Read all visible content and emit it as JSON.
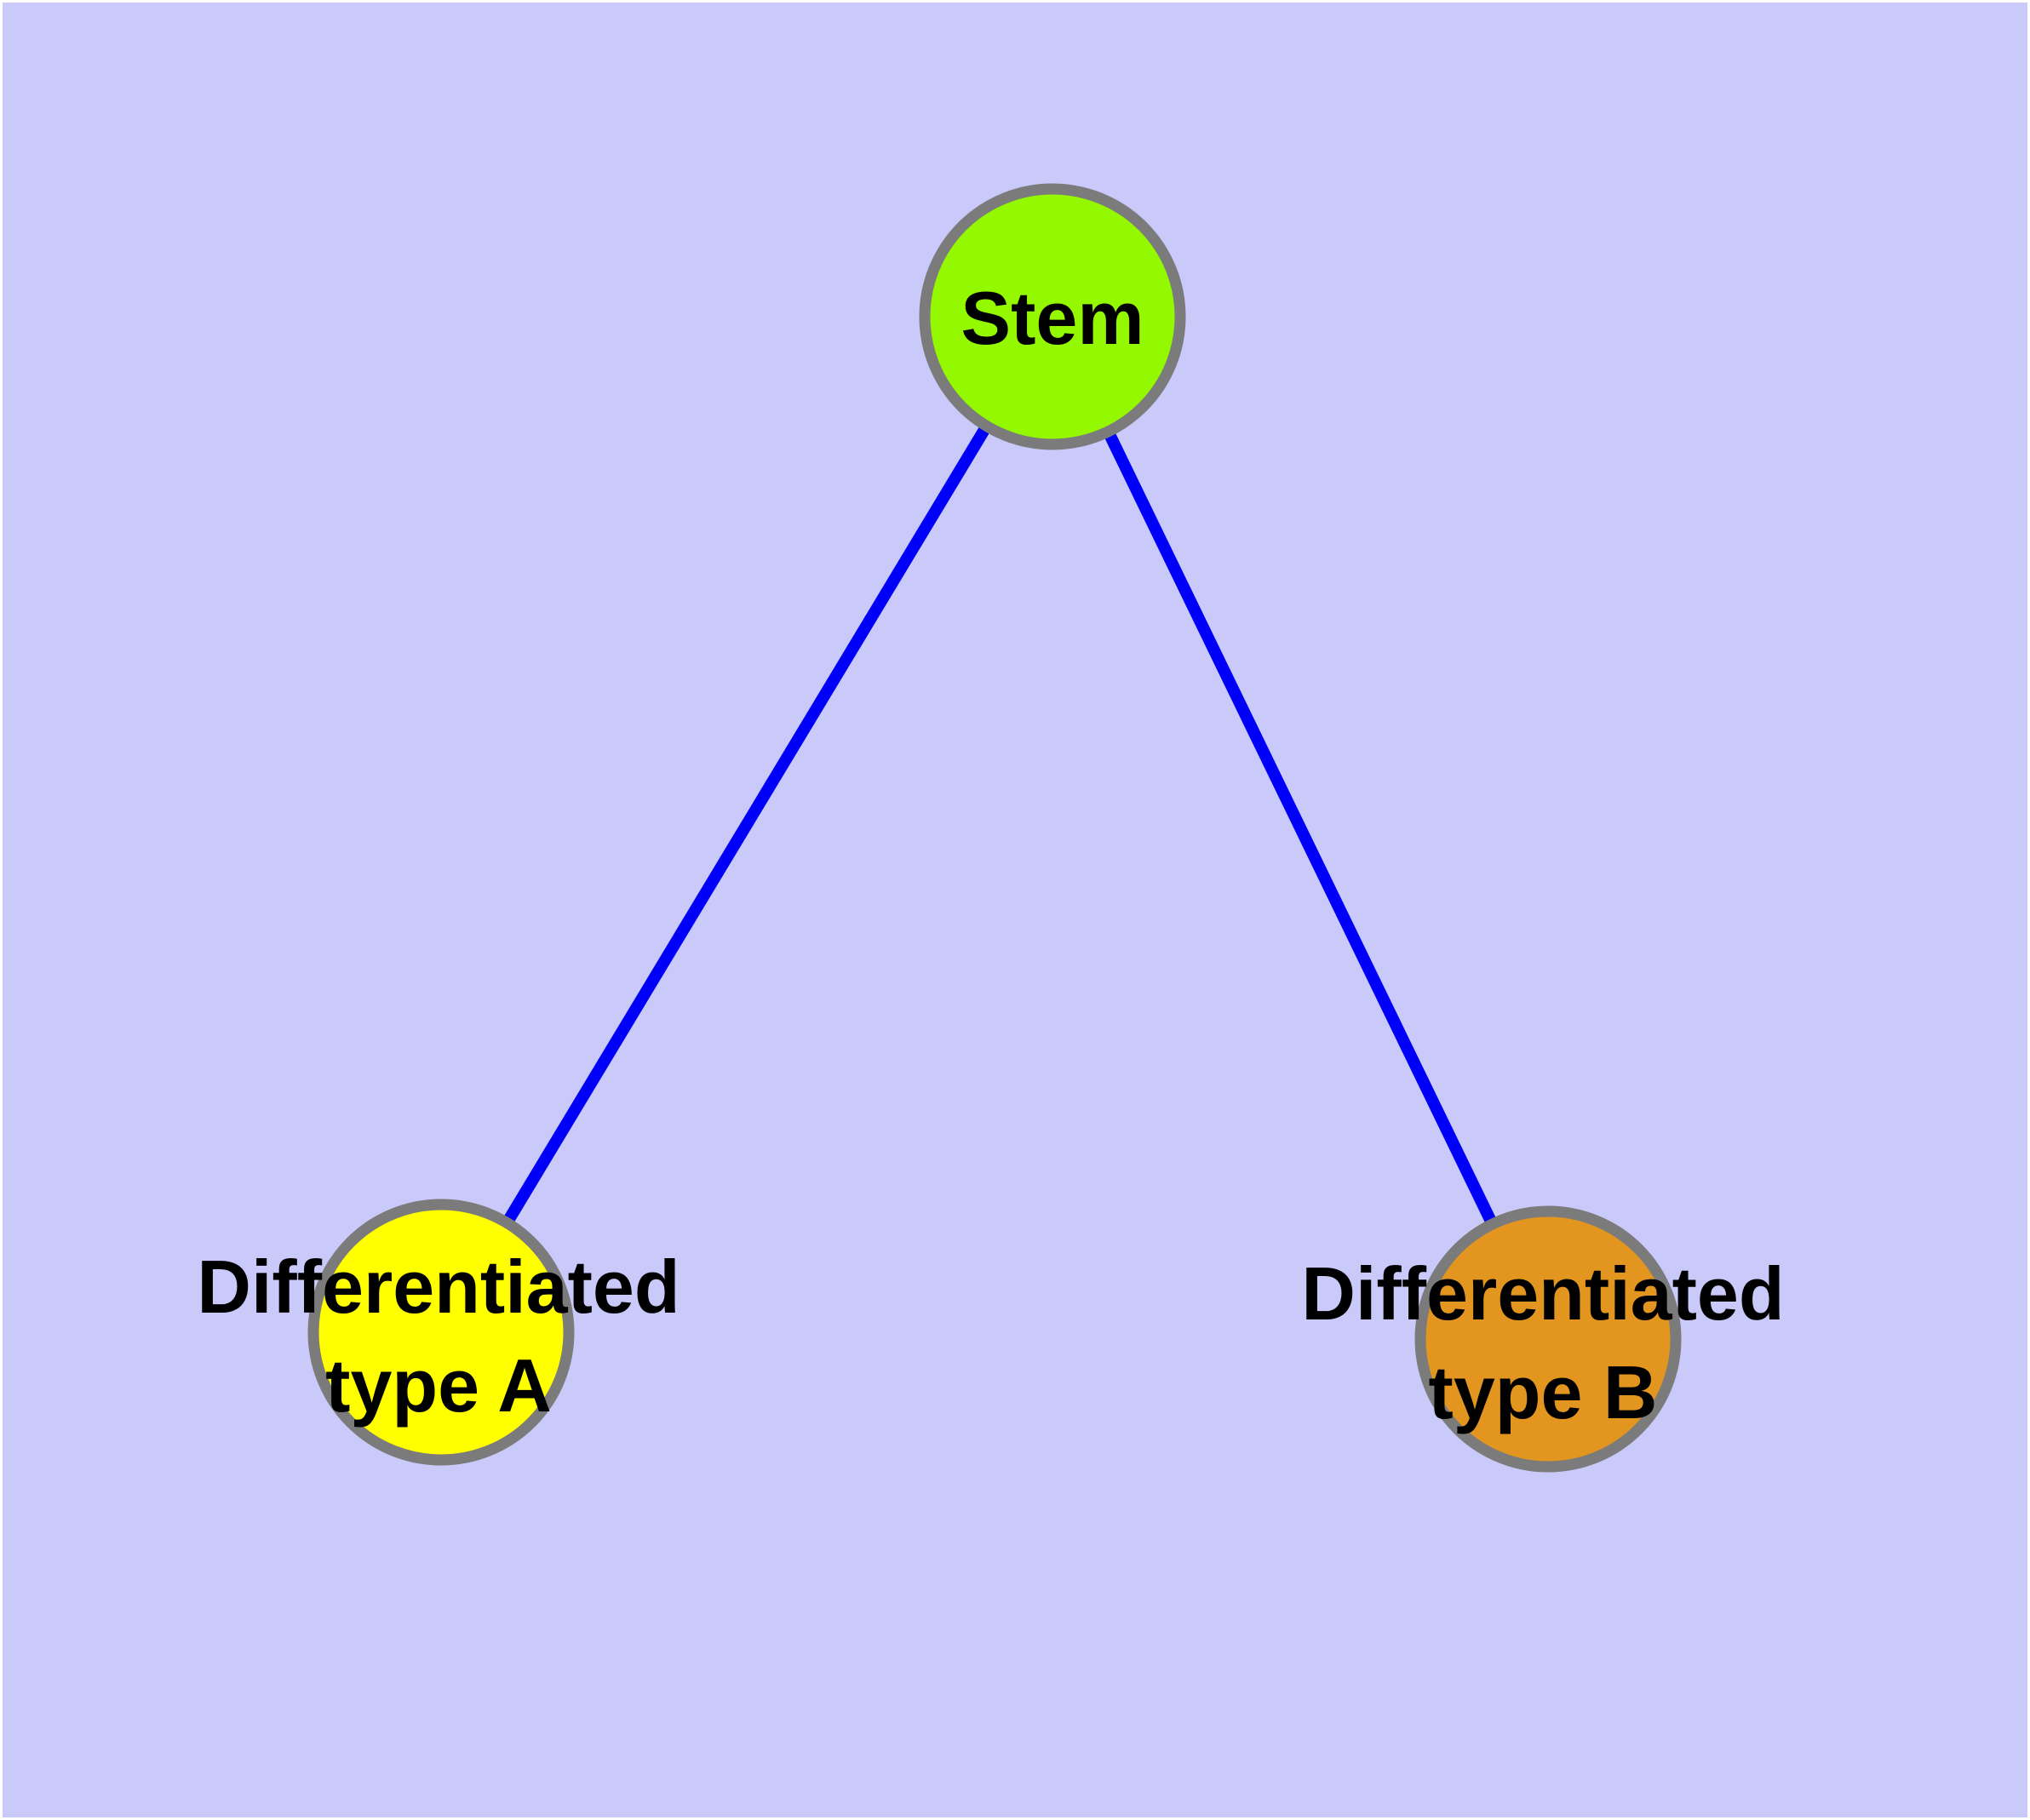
{
  "diagram": {
    "type": "graph",
    "background_color": "#C9C9FA",
    "border_color": "#FFFFFF",
    "node_border_color": "#7B7B7B",
    "label_color": "#000000",
    "edge": {
      "color": "#0000FA"
    },
    "nodes": [
      {
        "id": "stem",
        "label": "Stem",
        "fill": "#94F800"
      },
      {
        "id": "differentiated-type-a",
        "label": "Differentiated type A",
        "label_line1": "Differentiated",
        "label_line2": "type A",
        "fill": "#FFFF00"
      },
      {
        "id": "differentiated-type-b",
        "label": "Differentiated type B",
        "label_line1": "Differentiated",
        "label_line2": "type B",
        "fill": "#E2961F"
      }
    ],
    "edges": [
      {
        "from": "Stem",
        "to": "Differentiated type A"
      },
      {
        "from": "Stem",
        "to": "Differentiated type B"
      }
    ]
  }
}
